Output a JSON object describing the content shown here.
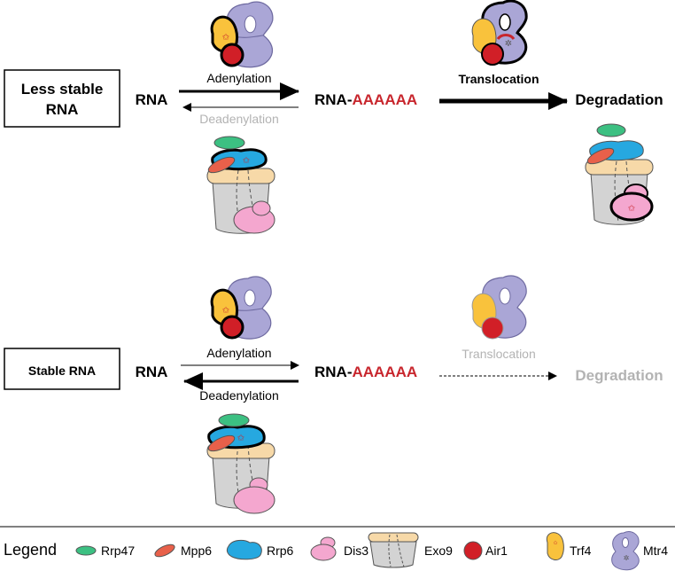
{
  "top": {
    "box_line1": "Less stable",
    "box_line2": "RNA",
    "rna": "RNA",
    "adenylation": "Adenylation",
    "deadenylation": "Deadenylation",
    "rna_prefix": "RNA-",
    "poly_a": "AAAAAA",
    "translocation": "Translocation",
    "degradation": "Degradation"
  },
  "bottom": {
    "box_label": "Stable RNA",
    "rna": "RNA",
    "adenylation": "Adenylation",
    "deadenylation": "Deadenylation",
    "rna_prefix": "RNA-",
    "poly_a": "AAAAAA",
    "translocation": "Translocation",
    "degradation": "Degradation"
  },
  "legend": {
    "title": "Legend",
    "items": [
      "Rrp47",
      "Mpp6",
      "Rrp6",
      "Dis3",
      "Exo9",
      "Air1",
      "Trf4",
      "Mtr4"
    ]
  },
  "colors": {
    "rrp47": "#3cc082",
    "mpp6": "#e8604a",
    "rrp6": "#26a8e0",
    "dis3": "#f4a7cf",
    "exo9_cap": "#f7d9a8",
    "exo9_body": "#d3d3d3",
    "air1": "#d11f27",
    "trf4": "#f9c23c",
    "mtr4": "#aaa6d6",
    "poly_a": "#c8262d",
    "faded": "#b3b3b3"
  }
}
